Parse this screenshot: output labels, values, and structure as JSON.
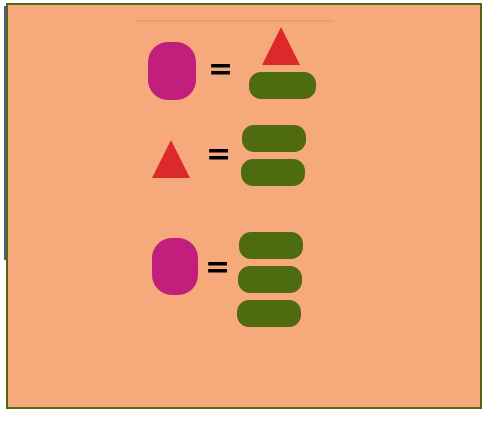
{
  "colors": {
    "background": "#f6a97a",
    "border_green": "#4e6b12",
    "border_blue": "#4a5e8c",
    "magenta_shape": "#c21f7d",
    "red_triangle": "#dc2a2a",
    "green_bar": "#4e6b10"
  },
  "equations": [
    {
      "lhs": "magenta-rounded-square",
      "symbol": "=",
      "rhs": [
        "red-triangle",
        "green-bar"
      ]
    },
    {
      "lhs": "red-triangle",
      "symbol": "=",
      "rhs": [
        "green-bar",
        "green-bar"
      ]
    },
    {
      "lhs": "magenta-rounded-square",
      "symbol": "=",
      "rhs": [
        "green-bar",
        "green-bar",
        "green-bar"
      ]
    }
  ]
}
